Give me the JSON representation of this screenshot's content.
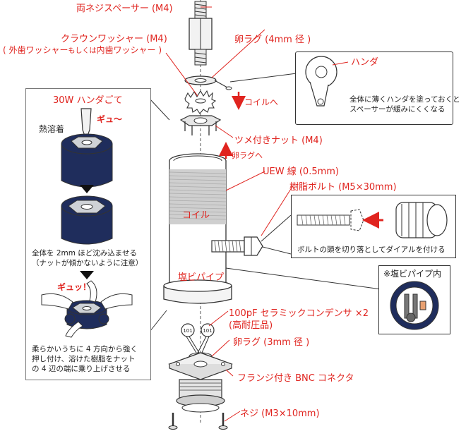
{
  "labels": {
    "spacer": "両ネジスペーサー (M4)",
    "crown_washer": "クラウンワッシャー (M4)",
    "crown_washer_sub_a": "( 外歯ワッシャー",
    "crown_washer_sub_small": "もしくは",
    "crown_washer_sub_b": "内歯ワッシャー )",
    "lug_4mm": "卵ラグ (4mm 径 )",
    "to_coil": "コイルへ",
    "solder": "ハンダ",
    "solder_note": [
      "全体に薄くハンダを塗っておくと",
      "スペーサーが緩みにくくなる"
    ],
    "claw_nut": "ツメ付きナット (M4)",
    "to_lug": "卵ラグへ",
    "uew_wire": "UEW 線 (0.5mm)",
    "resin_bolt": "樹脂ボルト (M5×30mm)",
    "bolt_note": "ボルトの頭を切り落としてダイアルを付ける",
    "coil": "コイル",
    "pvc_pipe": "塩ビパイプ",
    "pvc_inside": "※塩ビパイプ内",
    "capacitor": "100pF セラミックコンデンサ ×2",
    "capacitor_sub": "(高耐圧品)",
    "lug_3mm": "卵ラグ (3mm 径 )",
    "bnc": "フランジ付き BNC コネクタ",
    "screw": "ネジ (M3×10mm)",
    "cap_mark": "101"
  },
  "left_panel": {
    "title": "30W ハンダごて",
    "gyu1": "ギュ～",
    "weld": "熱溶着",
    "step2_note": [
      "全体を 2mm ほど沈み込ませる",
      "（ナットが傾かないように注意）"
    ],
    "gyu2": "ギュッ！",
    "step3_note": [
      "柔らかいうちに 4 方向から強く",
      "押し付け、溶けた樹脂をナット",
      "の 4 辺の端に乗り上げさせる"
    ]
  },
  "colors": {
    "red": "#e0241f",
    "navy": "#1f2d5c",
    "grey": "#cfd2d6",
    "coil": "#c8c8c8"
  }
}
